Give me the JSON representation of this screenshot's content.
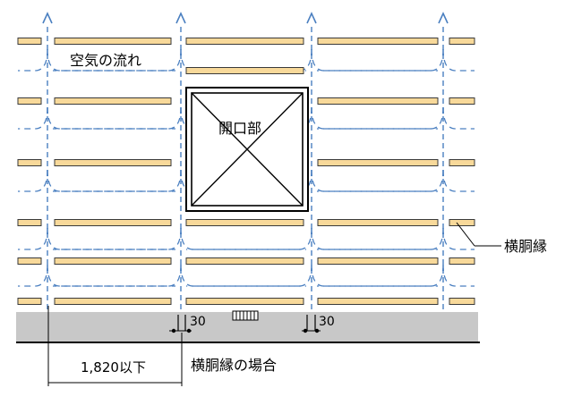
{
  "labels": {
    "air_flow": "空気の流れ",
    "opening": "開口部",
    "horizontal_furring": "横胴縁",
    "gap_left": "30",
    "gap_right": "30",
    "spacing": "1,820以下",
    "caption": "横胴縁の場合"
  },
  "colors": {
    "furring_fill": "#F8D99A",
    "furring_stroke": "#3A3A3A",
    "air_flow": "#4A7FC0",
    "foundation": "#C8C8C8",
    "line": "#000000"
  },
  "icons": {
    "air_arrow": "air-flow-arrow-icon",
    "vent": "foundation-vent-icon"
  }
}
